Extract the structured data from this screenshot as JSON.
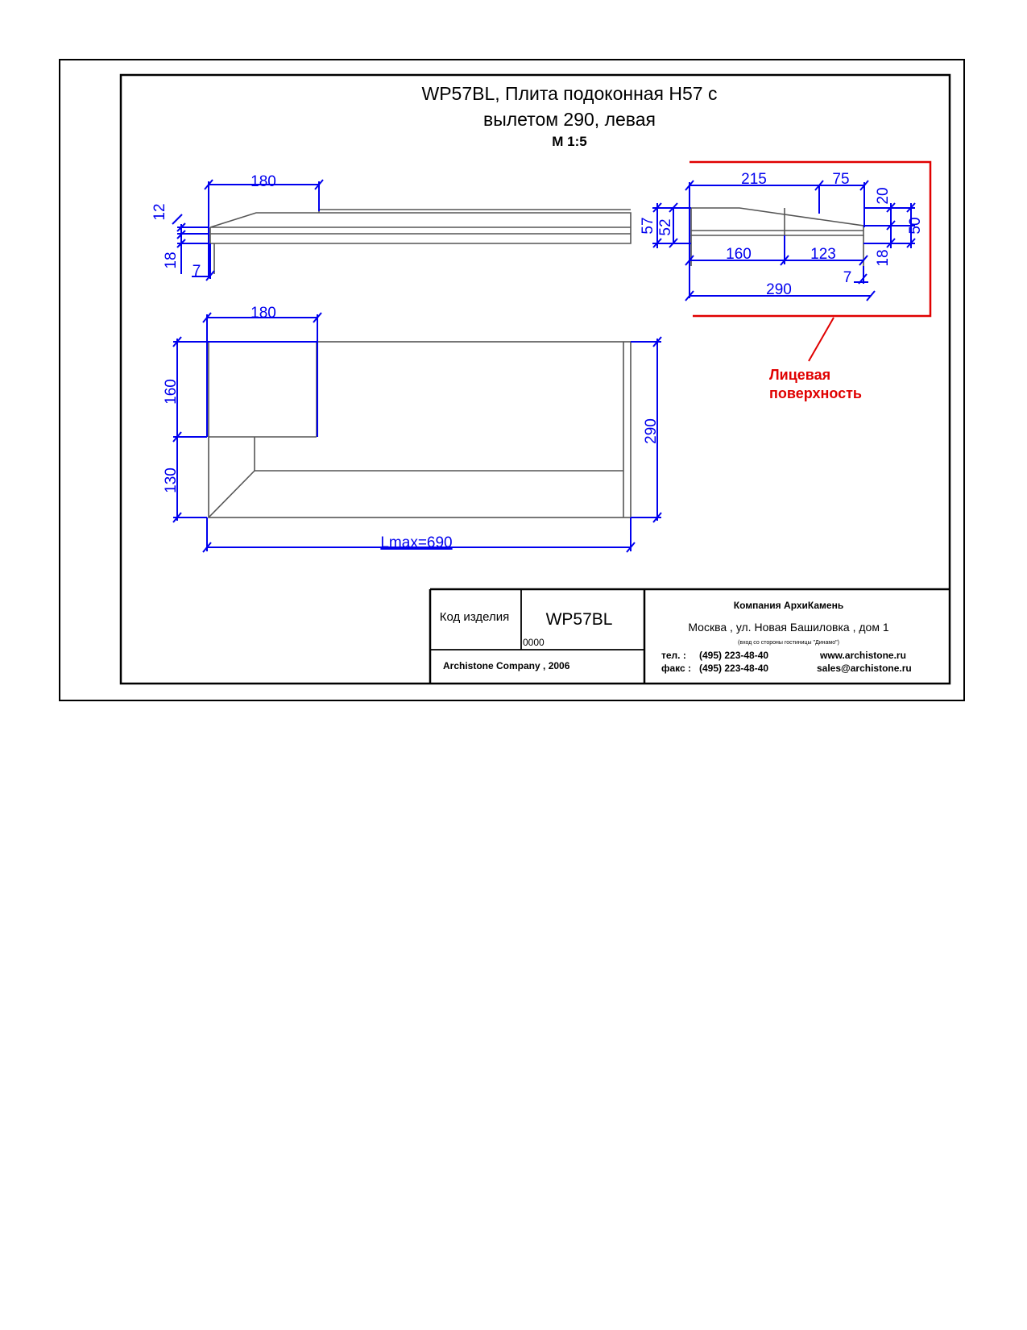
{
  "title": {
    "line1": "WP57BL, Плита подоконная Н57 с",
    "line2": "вылетом 290, левая",
    "scale": "М 1:5"
  },
  "side_view": {
    "dim_top": "180",
    "dim_12": "12",
    "dim_18": "18",
    "dim_7": "7"
  },
  "section_view": {
    "dim_215": "215",
    "dim_75": "75",
    "dim_20": "20",
    "dim_57": "57",
    "dim_52": "52",
    "dim_50": "50",
    "dim_160": "160",
    "dim_123": "123",
    "dim_7": "7",
    "dim_18": "18",
    "dim_290": "290"
  },
  "face_note": {
    "line1": "Лицевая",
    "line2": "поверхность",
    "color": "#e00000"
  },
  "plan_view": {
    "dim_180": "180",
    "dim_160": "160",
    "dim_130": "130",
    "dim_290": "290",
    "dim_length": "Lmax=690"
  },
  "title_block": {
    "code_label": "Код изделия",
    "code_value": "WP57BL",
    "code_number": "0000",
    "copyright": "Archistone  Company ,  2006",
    "company": "Компания  АрхиКамень",
    "address": "Москва , ул. Новая Башиловка , дом 1",
    "address_note": "(вход со стороны гостиницы \"Динамо\")",
    "tel_label": "тел.   :",
    "tel": "(495) 223-48-40",
    "fax_label": "факс :",
    "fax": "(495) 223-48-40",
    "website": "www.archistone.ru",
    "email": "sales@archistone.ru"
  },
  "colors": {
    "dimension": "#0000ee",
    "outline": "#555555",
    "frame": "#000000"
  }
}
